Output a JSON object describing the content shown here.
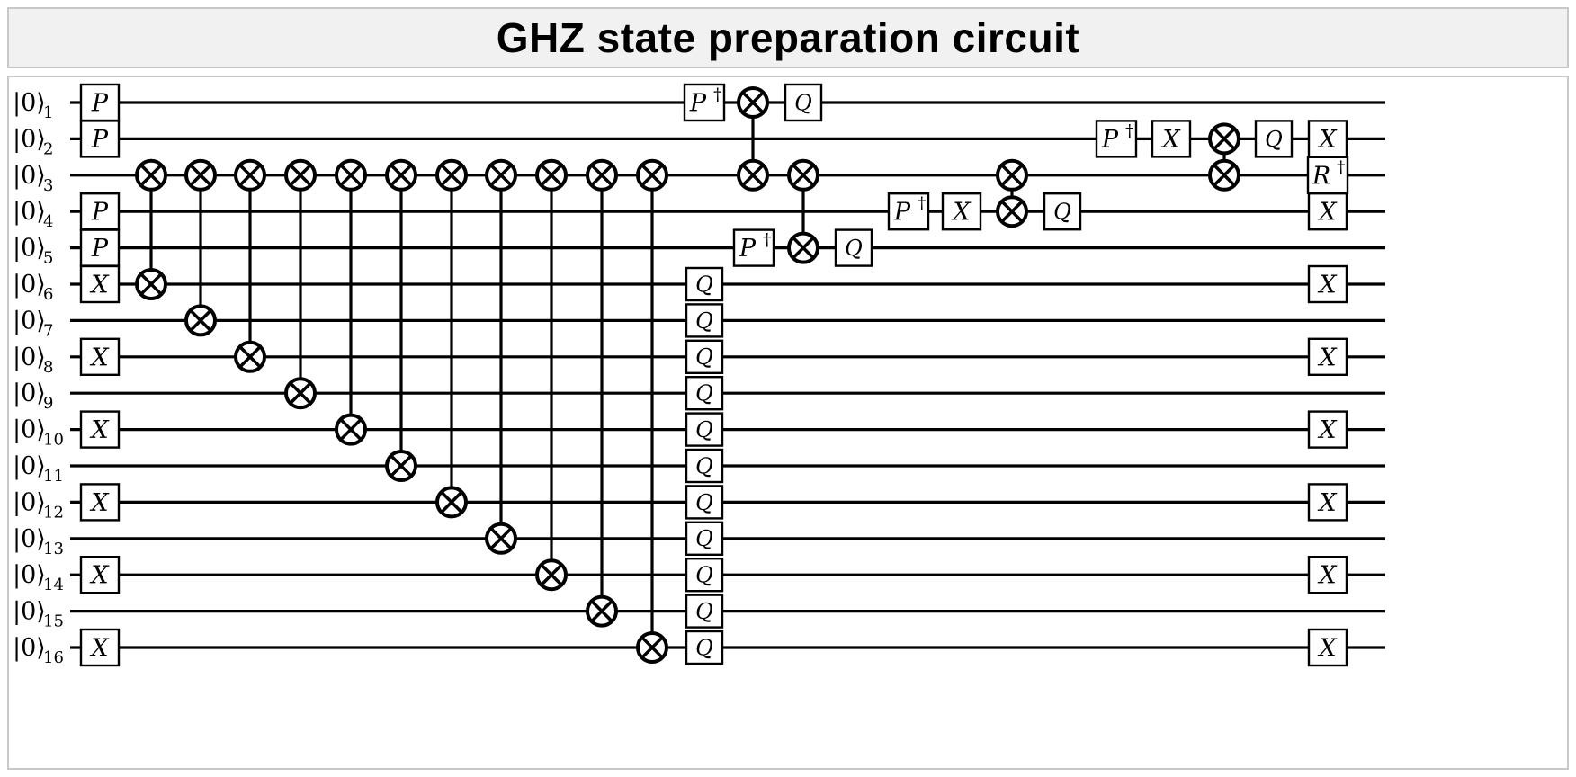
{
  "title": "GHZ state preparation circuit",
  "colors": {
    "wire": "#000000",
    "title_bg": "#f0f1f0",
    "border": "#c8c8c8"
  },
  "qubit_label": {
    "ket": "|0⟩",
    "indices": [
      "1",
      "2",
      "3",
      "4",
      "5",
      "6",
      "7",
      "8",
      "9",
      "10",
      "11",
      "12",
      "13",
      "14",
      "15",
      "16"
    ]
  },
  "gates": [
    {
      "q": 1,
      "col": 0,
      "label": "P",
      "dagger": false
    },
    {
      "q": 2,
      "col": 0,
      "label": "P",
      "dagger": false
    },
    {
      "q": 4,
      "col": 0,
      "label": "P",
      "dagger": false
    },
    {
      "q": 5,
      "col": 0,
      "label": "P",
      "dagger": false
    },
    {
      "q": 6,
      "col": 0,
      "label": "X",
      "dagger": false
    },
    {
      "q": 8,
      "col": 0,
      "label": "X",
      "dagger": false
    },
    {
      "q": 10,
      "col": 0,
      "label": "X",
      "dagger": false
    },
    {
      "q": 12,
      "col": 0,
      "label": "X",
      "dagger": false
    },
    {
      "q": 14,
      "col": 0,
      "label": "X",
      "dagger": false
    },
    {
      "q": 16,
      "col": 0,
      "label": "X",
      "dagger": false
    },
    {
      "q": 1,
      "col": 12,
      "label": "P",
      "dagger": true
    },
    {
      "q": 6,
      "col": 12,
      "label": "Q",
      "dagger": false
    },
    {
      "q": 7,
      "col": 12,
      "label": "Q",
      "dagger": false
    },
    {
      "q": 8,
      "col": 12,
      "label": "Q",
      "dagger": false
    },
    {
      "q": 9,
      "col": 12,
      "label": "Q",
      "dagger": false
    },
    {
      "q": 10,
      "col": 12,
      "label": "Q",
      "dagger": false
    },
    {
      "q": 11,
      "col": 12,
      "label": "Q",
      "dagger": false
    },
    {
      "q": 12,
      "col": 12,
      "label": "Q",
      "dagger": false
    },
    {
      "q": 13,
      "col": 12,
      "label": "Q",
      "dagger": false
    },
    {
      "q": 14,
      "col": 12,
      "label": "Q",
      "dagger": false
    },
    {
      "q": 15,
      "col": 12,
      "label": "Q",
      "dagger": false
    },
    {
      "q": 16,
      "col": 12,
      "label": "Q",
      "dagger": false
    },
    {
      "q": 5,
      "col": 13,
      "label": "P",
      "dagger": true
    },
    {
      "q": 1,
      "col": 14,
      "label": "Q",
      "dagger": false
    },
    {
      "q": 5,
      "col": 15,
      "label": "Q",
      "dagger": false
    },
    {
      "q": 4,
      "col": 16,
      "label": "P",
      "dagger": true
    },
    {
      "q": 4,
      "col": 17,
      "label": "X",
      "dagger": false
    },
    {
      "q": 4,
      "col": 19,
      "label": "Q",
      "dagger": false
    },
    {
      "q": 2,
      "col": 20,
      "label": "P",
      "dagger": true
    },
    {
      "q": 2,
      "col": 21,
      "label": "X",
      "dagger": false
    },
    {
      "q": 2,
      "col": 23,
      "label": "Q",
      "dagger": false
    },
    {
      "q": 2,
      "col": 24,
      "label": "X",
      "dagger": false
    },
    {
      "q": 3,
      "col": 24,
      "label": "R",
      "dagger": true
    },
    {
      "q": 4,
      "col": 24,
      "label": "X",
      "dagger": false
    },
    {
      "q": 6,
      "col": 24,
      "label": "X",
      "dagger": false
    },
    {
      "q": 8,
      "col": 24,
      "label": "X",
      "dagger": false
    },
    {
      "q": 10,
      "col": 24,
      "label": "X",
      "dagger": false
    },
    {
      "q": 12,
      "col": 24,
      "label": "X",
      "dagger": false
    },
    {
      "q": 14,
      "col": 24,
      "label": "X",
      "dagger": false
    },
    {
      "q": 16,
      "col": 24,
      "label": "X",
      "dagger": false
    }
  ],
  "swaps": [
    {
      "col": 1,
      "a": 3,
      "b": 6
    },
    {
      "col": 2,
      "a": 3,
      "b": 7
    },
    {
      "col": 3,
      "a": 3,
      "b": 8
    },
    {
      "col": 4,
      "a": 3,
      "b": 9
    },
    {
      "col": 5,
      "a": 3,
      "b": 10
    },
    {
      "col": 6,
      "a": 3,
      "b": 11
    },
    {
      "col": 7,
      "a": 3,
      "b": 12
    },
    {
      "col": 8,
      "a": 3,
      "b": 13
    },
    {
      "col": 9,
      "a": 3,
      "b": 14
    },
    {
      "col": 10,
      "a": 3,
      "b": 15
    },
    {
      "col": 11,
      "a": 3,
      "b": 16
    },
    {
      "col": 13.5,
      "a": 1,
      "b": 3
    },
    {
      "col": 14.5,
      "a": 3,
      "b": 5
    },
    {
      "col": 18,
      "a": 3,
      "b": 4
    },
    {
      "col": 22,
      "a": 2,
      "b": 3
    }
  ]
}
